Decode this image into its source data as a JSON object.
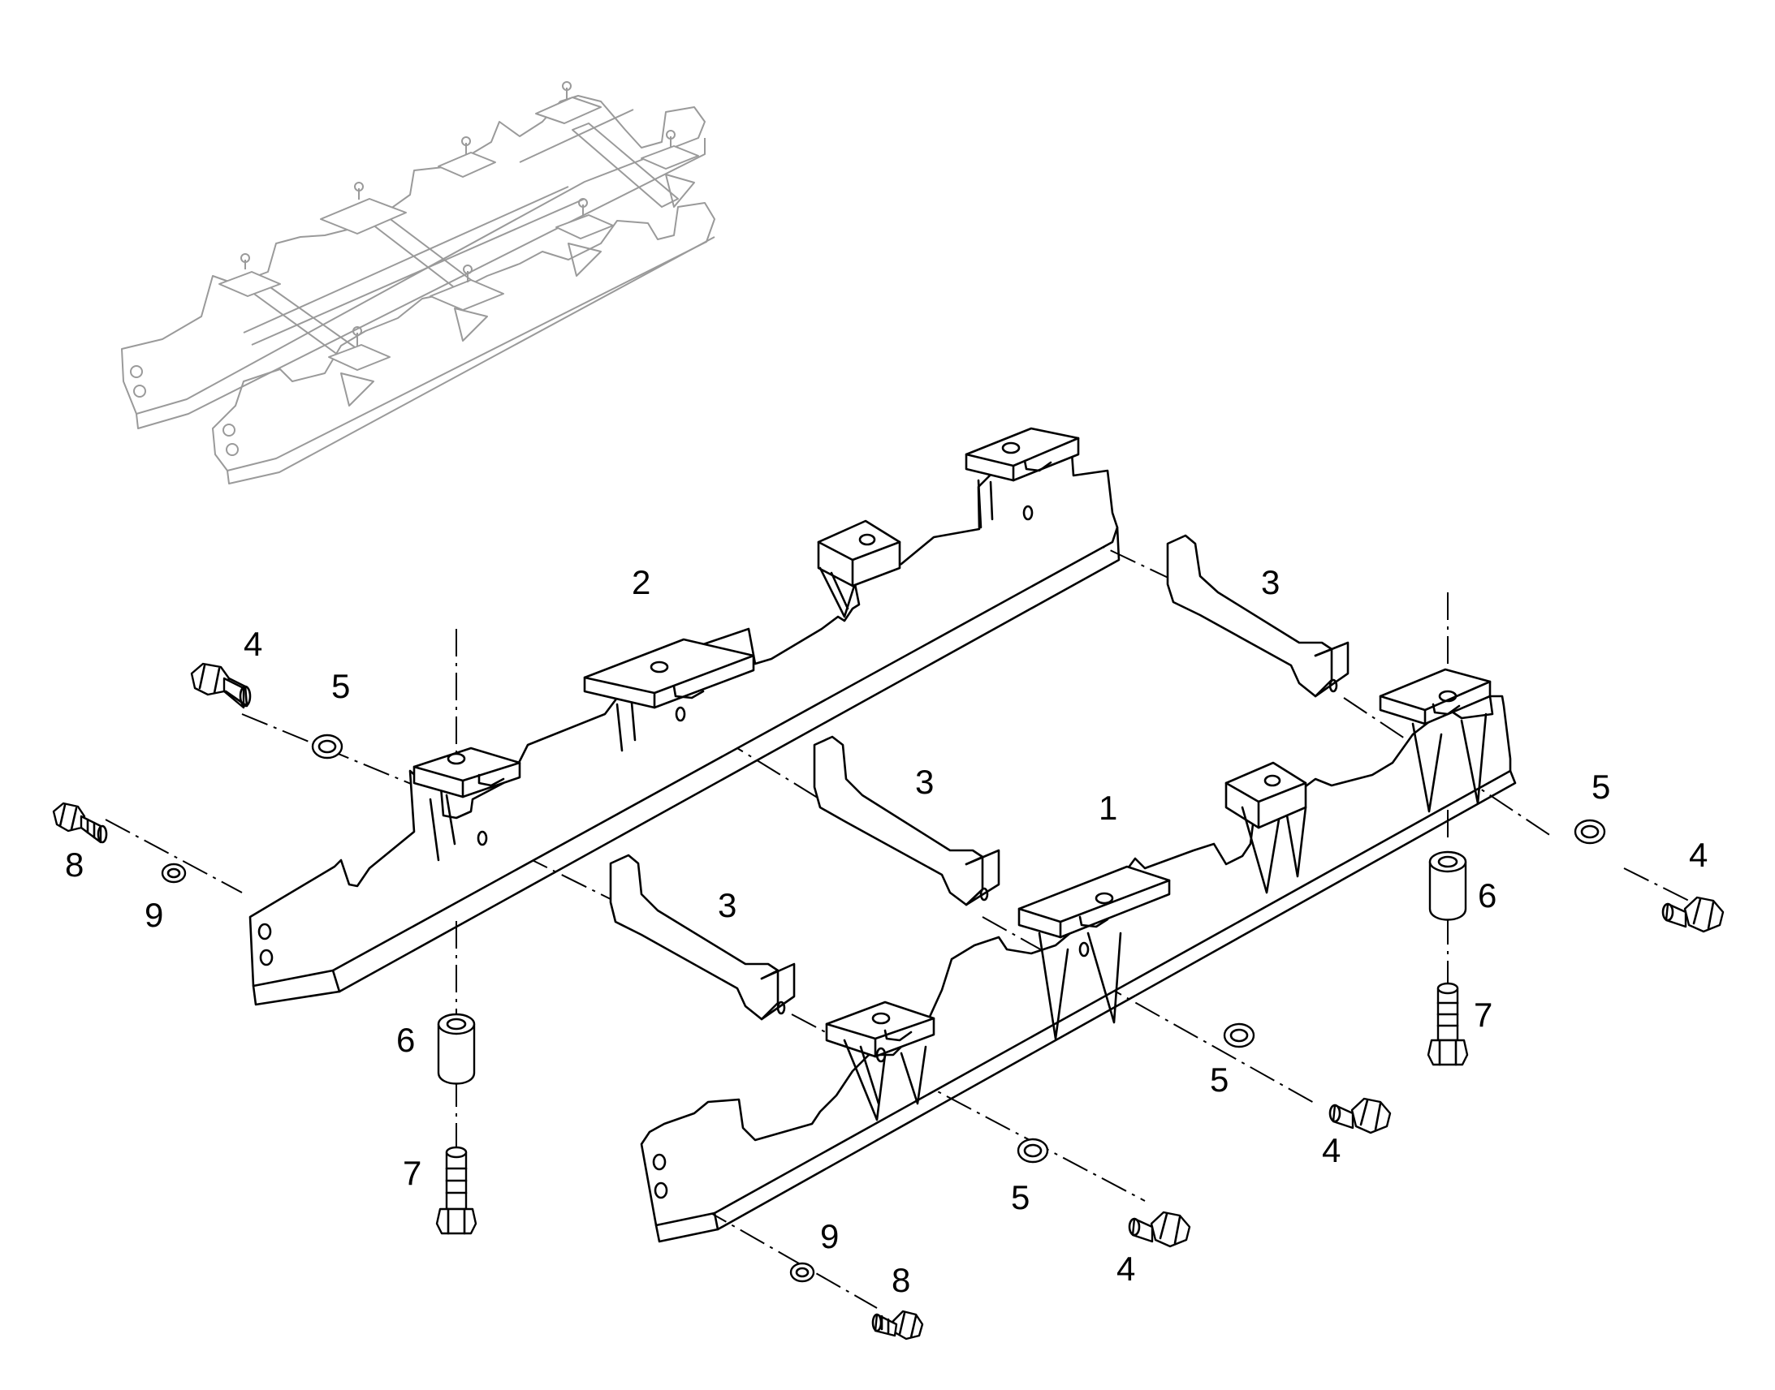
{
  "colors": {
    "line": "#000000",
    "ghost": "#9a9a9a",
    "background": "#ffffff"
  },
  "labels": {
    "rail_right": "1",
    "rail_left": "2",
    "crossbar_top": "3",
    "crossbar_mid": "3",
    "crossbar_low": "3",
    "bolt_left_top": "4",
    "washer_left_top": "5",
    "bolt_right_top": "4",
    "washer_right_top": "5",
    "bolt_mid": "4",
    "washer_mid": "5",
    "bolt_low": "4",
    "washer_low": "5",
    "bushing_left": "6",
    "bushing_right": "6",
    "pin_left": "7",
    "pin_right": "7",
    "screw_left": "8",
    "washer_small_left": "9",
    "screw_right": "8",
    "washer_small_right": "9"
  }
}
